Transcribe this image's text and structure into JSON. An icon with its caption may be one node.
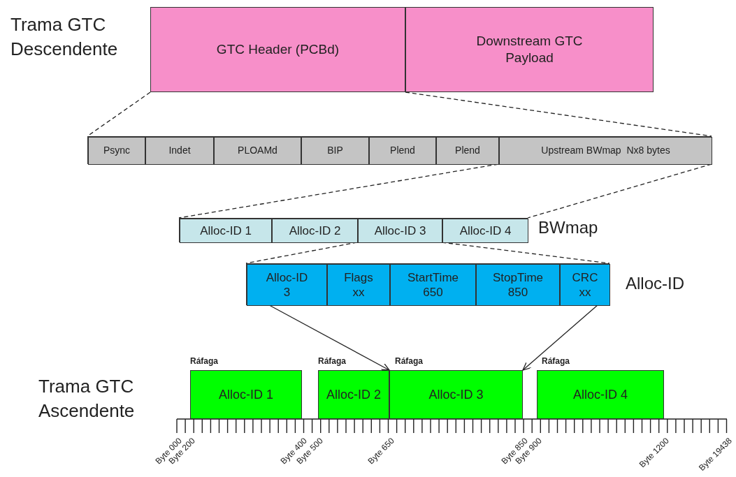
{
  "diagram": {
    "nodes": [
      {
        "text": [
          "GTC Header (PCBd)"
        ]
      },
      {
        "text": [
          "Downstream GTC Payload"
        ]
      },
      {
        "text": [],
        "shape": "box"
      },
      {
        "text": [
          "Psync"
        ],
        "in": 2
      },
      {
        "text": [
          "Indet"
        ],
        "in": 2
      },
      {
        "text": [
          "PLOAMd"
        ],
        "in": 2
      },
      {
        "text": [
          "BIP"
        ],
        "in": 2
      },
      {
        "text": [
          "Plend"
        ],
        "in": 2
      },
      {
        "text": [
          "Plend"
        ],
        "in": 2
      },
      {
        "text": [
          "Upstream BWmap  Nx8 bytes"
        ],
        "in": 2
      },
      {
        "text": [],
        "shape": "box",
        "beside": [
          "BWmap"
        ]
      },
      {
        "text": [
          "Alloc-ID 1"
        ],
        "in": 10
      },
      {
        "text": [
          "Alloc-ID 2"
        ],
        "in": 10
      },
      {
        "text": [
          "Alloc-ID 3"
        ],
        "in": 10
      },
      {
        "text": [
          "Alloc-ID 4"
        ],
        "in": 10
      },
      {
        "text": [],
        "shape": "box",
        "beside": [
          "Alloc-ID"
        ]
      },
      {
        "text": [
          "Alloc-ID",
          "3"
        ],
        "in": 15
      },
      {
        "text": [
          "Flags",
          "xx"
        ],
        "in": 15
      },
      {
        "text": [
          "StartTime",
          "650"
        ],
        "in": 15
      },
      {
        "text": [
          "StopTime",
          "850"
        ],
        "in": 15
      },
      {
        "text": [
          "CRC",
          "xx"
        ],
        "in": 15
      },
      {
        "text": [
          "Alloc-ID 1"
        ],
        "beside": [
          "Ráfaga"
        ]
      },
      {
        "text": [
          "Alloc-ID 2"
        ],
        "beside": [
          "Ráfaga"
        ]
      },
      {
        "text": [
          "Alloc-ID 3"
        ],
        "beside": [
          "Ráfaga"
        ]
      },
      {
        "text": [
          "Alloc-ID 4"
        ],
        "beside": [
          "Ráfaga"
        ]
      }
    ],
    "edges": [
      {
        "from": 0,
        "to": 2,
        "arrow": "none",
        "style": "dashed"
      },
      {
        "from": 0,
        "to": 2,
        "arrow": "none",
        "style": "dashed"
      },
      {
        "from": 9,
        "to": 10,
        "arrow": "none",
        "style": "dashed"
      },
      {
        "from": 9,
        "to": 10,
        "arrow": "none",
        "style": "dashed"
      },
      {
        "from": 13,
        "to": 15,
        "arrow": "none",
        "style": "dashed"
      },
      {
        "from": 13,
        "to": 15,
        "arrow": "none",
        "style": "dashed"
      },
      {
        "from": 15,
        "to": 23,
        "arrow": "to"
      },
      {
        "from": 15,
        "to": 23,
        "arrow": "to"
      }
    ],
    "labels": [
      "Trama GTC Descendente",
      "Trama GTC Ascendente",
      "Byte 000",
      "Byte 200",
      "Byte 400",
      "Byte 500",
      "Byte 650",
      "Byte 850",
      "Byte 900",
      "Byte 1200",
      "Byte 19438"
    ]
  }
}
